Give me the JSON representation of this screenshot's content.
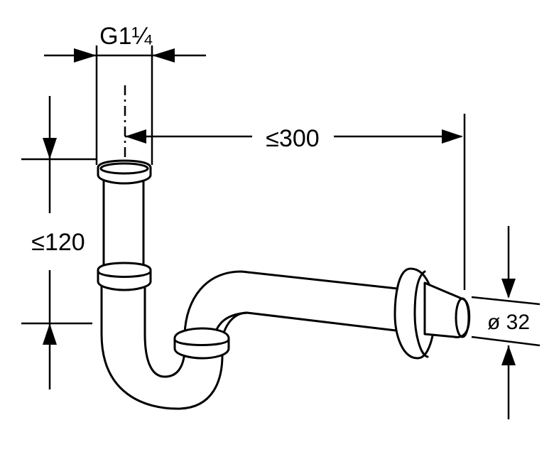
{
  "diagram": {
    "labels": {
      "thread_size": "G1¼",
      "horizontal_length": "≤300",
      "vertical_height": "≤120",
      "pipe_diameter": "ø 32"
    },
    "colors": {
      "line": "#000000",
      "background": "#ffffff"
    }
  }
}
